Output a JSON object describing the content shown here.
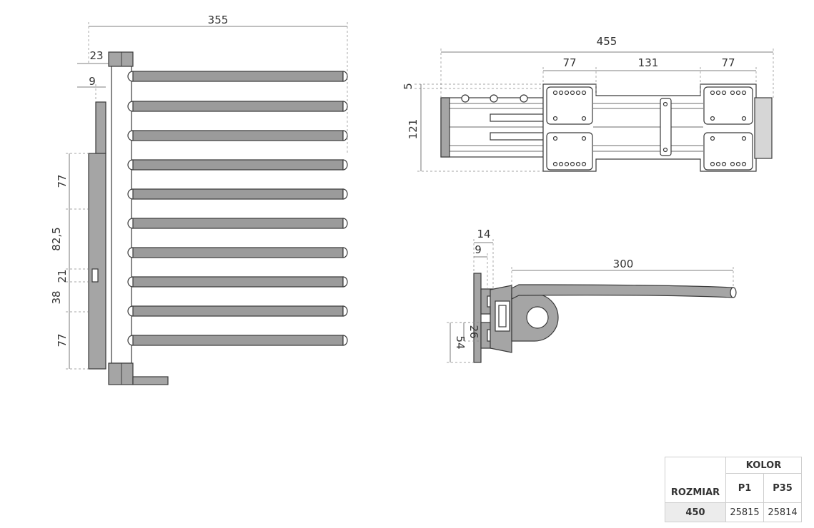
{
  "dimensions": {
    "left_width": "355",
    "left_top_offset": "23",
    "left_small_offset": "9",
    "left_spacing_top": "77",
    "left_spacing_a": "82,5",
    "left_spacing_b": "21",
    "left_spacing_c": "38",
    "left_spacing_bottom": "77",
    "top_overall": "455",
    "top_seg_left": "77",
    "top_seg_mid": "131",
    "top_seg_right": "77",
    "top_offset": "5",
    "top_height": "121",
    "side_a": "14",
    "side_b": "9",
    "side_length": "300",
    "side_c": "26",
    "side_d": "54"
  },
  "table": {
    "color_header": "KOLOR",
    "size_header": "ROZMIAR",
    "col_p1": "P1",
    "col_p35": "P35",
    "size_value": "450",
    "code_p1": "25815",
    "code_p35": "25814"
  },
  "colors": {
    "rod_fill": "#9b9b9b",
    "outline": "#3a3a3a",
    "table_shade": "#ececec"
  }
}
